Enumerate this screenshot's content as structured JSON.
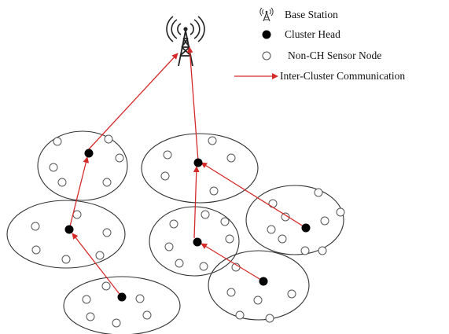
{
  "legend": {
    "base_station": "Base Station",
    "cluster_head": "Cluster Head",
    "non_ch_node": "Non-CH Sensor Node",
    "inter_cluster": "Inter-Cluster Communication"
  },
  "colors": {
    "link": "#d42a2a",
    "cluster_head": "#000000",
    "node_outline": "#555555",
    "cluster_outline": "#333333"
  },
  "icons": {
    "base_station": "tower-icon",
    "cluster_head": "filled-dot-icon",
    "non_ch_node": "hollow-circle-icon",
    "inter_cluster": "red-arrow-icon"
  },
  "network": {
    "clusters": 7,
    "cluster_heads": 7,
    "links": 7
  }
}
